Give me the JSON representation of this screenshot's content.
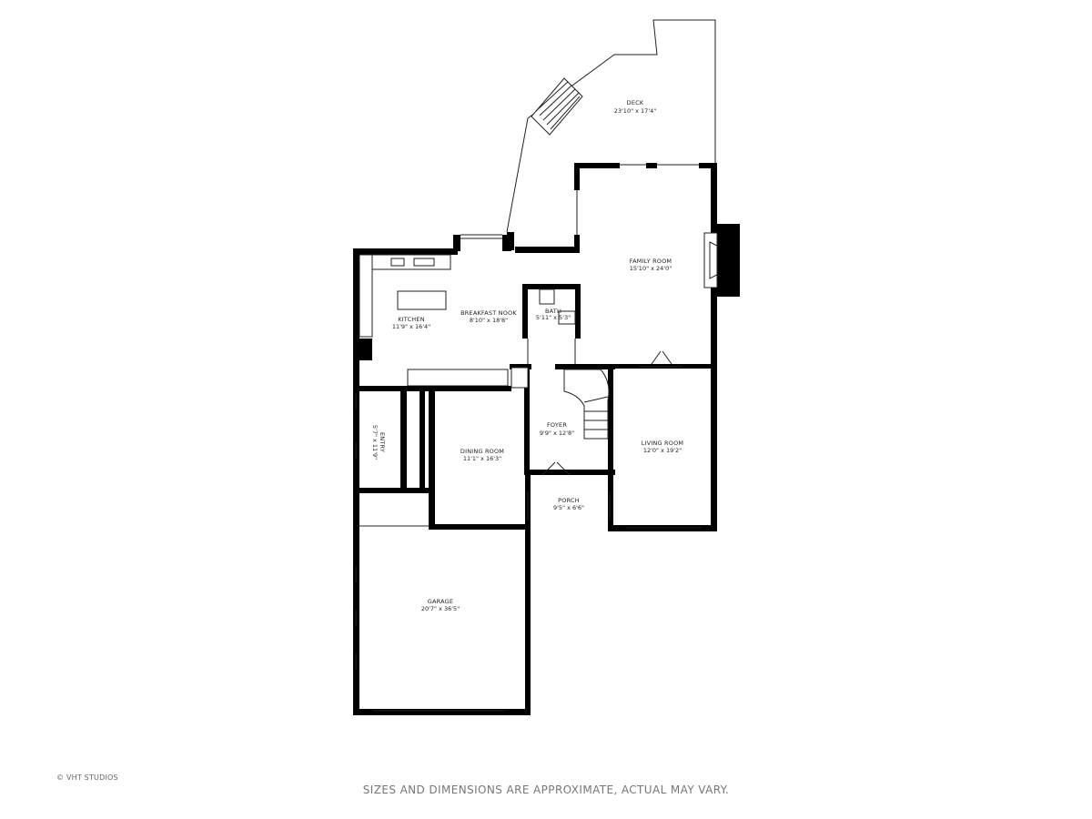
{
  "rooms": {
    "deck": {
      "name": "DECK",
      "dim": "23'10\" x 17'4\""
    },
    "family": {
      "name": "FAMILY ROOM",
      "dim": "15'10\" x 24'0\""
    },
    "kitchen": {
      "name": "KITCHEN",
      "dim": "11'9\" x 16'4\""
    },
    "nook": {
      "name": "BREAKFAST NOOK",
      "dim": "8'10\" x 18'8\""
    },
    "bath": {
      "name": "BATH",
      "dim": "5'11\" x 5'3\""
    },
    "foyer": {
      "name": "FOYER",
      "dim": "9'9\" x 12'8\""
    },
    "living": {
      "name": "LIVING ROOM",
      "dim": "12'0\" x 19'2\""
    },
    "entry": {
      "name": "ENTRY",
      "dim": "5'7\" x 11'9\""
    },
    "dining": {
      "name": "DINING ROOM",
      "dim": "11'1\" x 16'3\""
    },
    "porch": {
      "name": "PORCH",
      "dim": "9'5\" x 6'6\""
    },
    "garage": {
      "name": "GARAGE",
      "dim": "20'7\" x 36'5\""
    }
  },
  "footer": {
    "credit": "© VHT STUDIOS",
    "disclaimer": "SIZES AND DIMENSIONS ARE APPROXIMATE, ACTUAL MAY VARY."
  }
}
